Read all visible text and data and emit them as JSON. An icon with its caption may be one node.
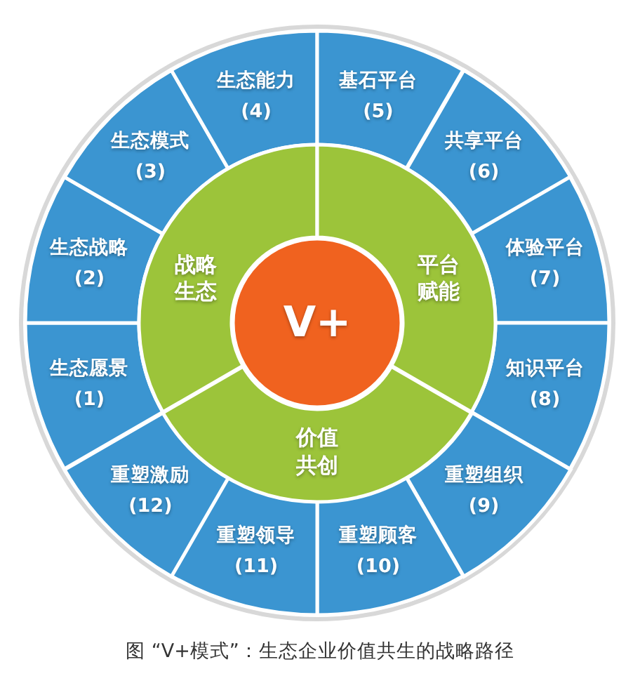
{
  "diagram": {
    "caption": "图 “V+模式”：生态企业价值共生的战略路径",
    "nodes": [
      {
        "text": [
          "生态愿景",
          "(1)"
        ]
      },
      {
        "text": [
          "生态战略",
          "(2)"
        ]
      },
      {
        "text": [
          "生态模式",
          "(3)"
        ]
      },
      {
        "text": [
          "生态能力",
          "(4)"
        ]
      },
      {
        "text": [
          "基石平台",
          "(5)"
        ]
      },
      {
        "text": [
          "共享平台",
          "(6)"
        ]
      },
      {
        "text": [
          "体验平台",
          "(7)"
        ]
      },
      {
        "text": [
          "知识平台",
          "(8)"
        ]
      },
      {
        "text": [
          "重塑组织",
          "(9)"
        ]
      },
      {
        "text": [
          "重塑顾客",
          "(10)"
        ]
      },
      {
        "text": [
          "重塑领导",
          "(11)"
        ]
      },
      {
        "text": [
          "重塑激励",
          "(12)"
        ]
      },
      {
        "text": [
          "战略生态"
        ]
      },
      {
        "text": [
          "平台赋能"
        ]
      },
      {
        "text": [
          "价值共创"
        ]
      },
      {
        "text": [
          "V+"
        ]
      }
    ],
    "edges": []
  }
}
